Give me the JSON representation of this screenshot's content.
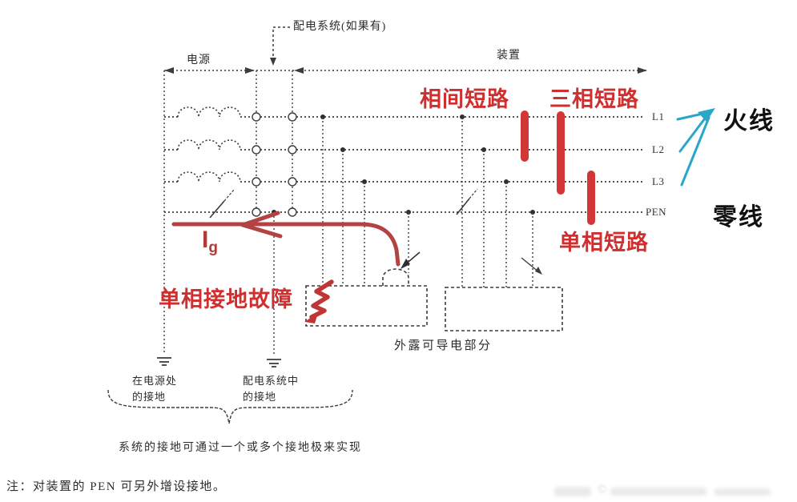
{
  "colors": {
    "annotation_red": "#cf2f2f",
    "hand_drawn_red": "#b94444",
    "arrow_cyan": "#2aa6c9",
    "diagram_line": "#3c3c3c",
    "text_black": "#222222",
    "background": "#ffffff"
  },
  "top": {
    "distribution_label": "配电系统(如果有)",
    "source_label": "电源",
    "installation_label": "装置"
  },
  "lines": {
    "labels": [
      "L1",
      "L2",
      "L3",
      "PEN"
    ]
  },
  "faults": {
    "phase_to_phase": "相间短路",
    "three_phase": "三相短路",
    "single_phase": "单相短路",
    "ground_fault": "单相接地故障",
    "current_symbol": "I",
    "current_subscript": "g"
  },
  "wires": {
    "live": "火线",
    "neutral": "零线"
  },
  "equipment": {
    "exposed_parts": "外露可导电部分"
  },
  "grounding": {
    "source_label": "在电源处\n的接地",
    "system_label": "配电系统中\n的接地",
    "brace_note": "系统的接地可通过一个或多个接地极来实现"
  },
  "footnote": "注：对装置的 PEN 可另外增设接地。",
  "watermark": "©"
}
